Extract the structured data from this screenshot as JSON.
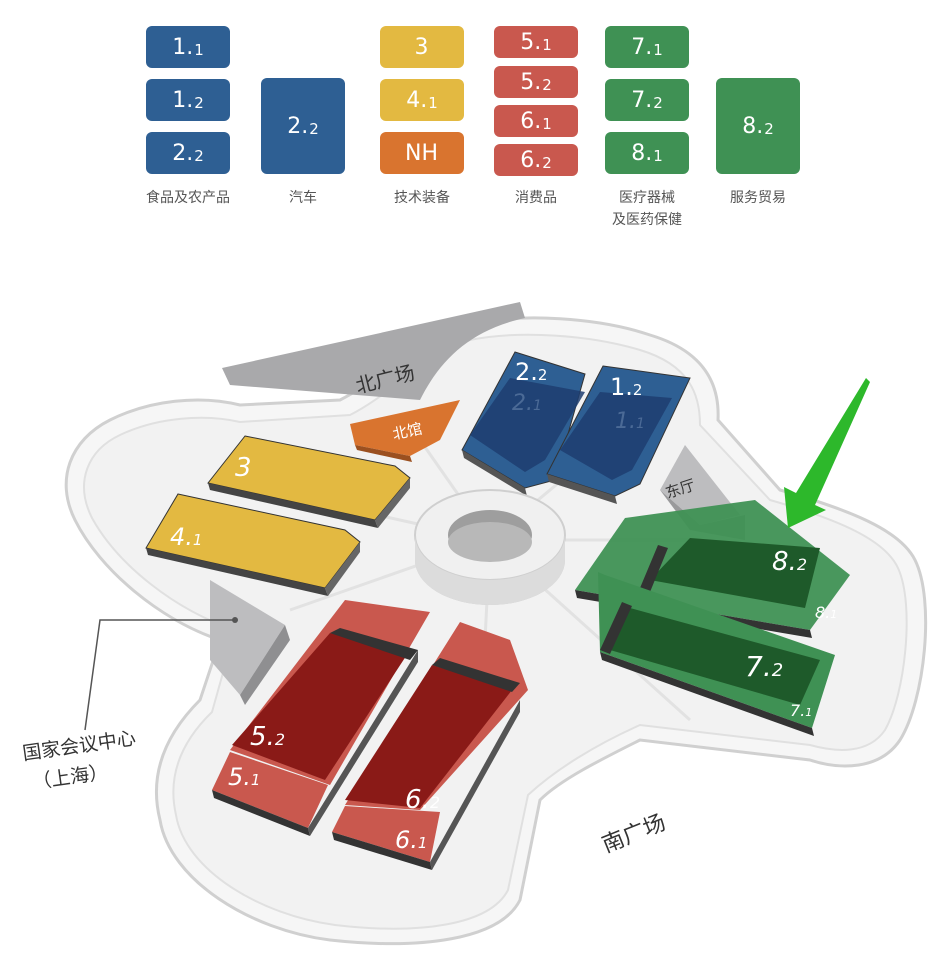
{
  "colors": {
    "food": "#2e5f93",
    "auto": "#2e5f93",
    "tech": "#e3b941",
    "tech_nh": "#d9742f",
    "consumer": "#c9584e",
    "medical": "#3f9154",
    "service": "#3f9154",
    "arrow": "#2db82b"
  },
  "legend": {
    "food": {
      "halls": [
        {
          "main": "1.",
          "sub": "1"
        },
        {
          "main": "1.",
          "sub": "2"
        },
        {
          "main": "2.",
          "sub": "2"
        }
      ],
      "caption": "食品及农产品"
    },
    "auto": {
      "halls": [
        {
          "main": "2.",
          "sub": "2"
        }
      ],
      "caption": "汽车"
    },
    "tech": {
      "halls": [
        {
          "main": "3",
          "sub": ""
        },
        {
          "main": "4.",
          "sub": "1"
        },
        {
          "main": "NH",
          "sub": ""
        }
      ],
      "caption": "技术装备"
    },
    "consumer": {
      "halls": [
        {
          "main": "5.",
          "sub": "1"
        },
        {
          "main": "5.",
          "sub": "2"
        },
        {
          "main": "6.",
          "sub": "1"
        },
        {
          "main": "6.",
          "sub": "2"
        }
      ],
      "caption": "消费品"
    },
    "medical": {
      "halls": [
        {
          "main": "7.",
          "sub": "1"
        },
        {
          "main": "7.",
          "sub": "2"
        },
        {
          "main": "8.",
          "sub": "1"
        }
      ],
      "caption_line1": "医疗器械",
      "caption_line2": "及医药保健"
    },
    "service": {
      "halls": [
        {
          "main": "8.",
          "sub": "2"
        }
      ],
      "caption": "服务贸易"
    }
  },
  "map": {
    "north_plaza": "北广场",
    "south_plaza": "南广场",
    "north_hall": "北馆",
    "east_hall": "东厅",
    "center_name_line1": "国家会议中心",
    "center_name_line2": "（上海）",
    "hall_labels": {
      "h2_2": {
        "main": "2.",
        "sub": "2"
      },
      "h2_1": {
        "main": "2.",
        "sub": "1"
      },
      "h1_2": {
        "main": "1.",
        "sub": "2"
      },
      "h1_1": {
        "main": "1.",
        "sub": "1"
      },
      "h3": {
        "main": "3",
        "sub": ""
      },
      "h4_1": {
        "main": "4.",
        "sub": "1"
      },
      "h5_2": {
        "main": "5.",
        "sub": "2"
      },
      "h5_1": {
        "main": "5.",
        "sub": "1"
      },
      "h6_2": {
        "main": "6.",
        "sub": "2"
      },
      "h6_1": {
        "main": "6.",
        "sub": "1"
      },
      "h8_2": {
        "main": "8.",
        "sub": "2"
      },
      "h8_1": {
        "main": "8.",
        "sub": "1"
      },
      "h7_2": {
        "main": "7.",
        "sub": "2"
      },
      "h7_1": {
        "main": "7.",
        "sub": "1"
      }
    }
  }
}
